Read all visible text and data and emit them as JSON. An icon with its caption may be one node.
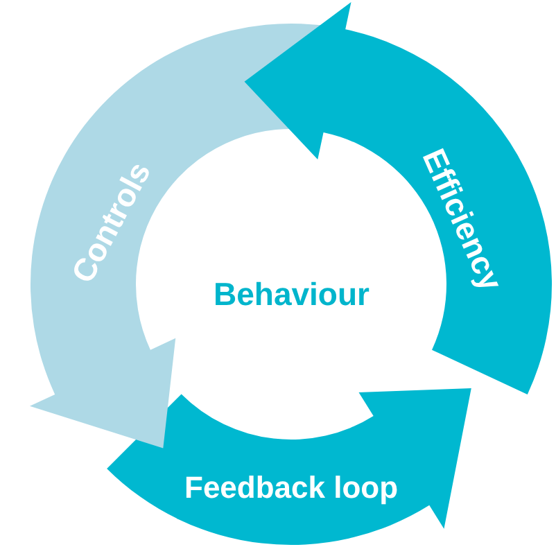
{
  "diagram": {
    "nodes": [
      {
        "text": [
          "Behaviour"
        ]
      },
      {
        "text": [
          "Efficiency"
        ]
      },
      {
        "text": [
          "Controls"
        ]
      },
      {
        "text": [
          "Feedback loop"
        ]
      }
    ]
  }
}
